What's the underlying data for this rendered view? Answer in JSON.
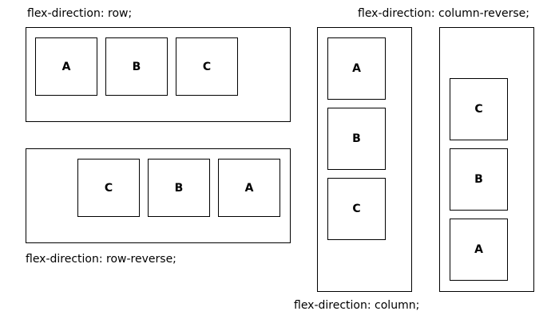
{
  "panels": {
    "row": {
      "caption": "flex-direction: row;",
      "items": [
        "A",
        "B",
        "C"
      ]
    },
    "row_reverse": {
      "caption": "flex-direction: row-reverse;",
      "items": [
        "C",
        "B",
        "A"
      ]
    },
    "column": {
      "caption": "flex-direction: column;",
      "items": [
        "A",
        "B",
        "C"
      ]
    },
    "column_reverse": {
      "caption": "flex-direction: column-reverse;",
      "items": [
        "C",
        "B",
        "A"
      ]
    }
  }
}
